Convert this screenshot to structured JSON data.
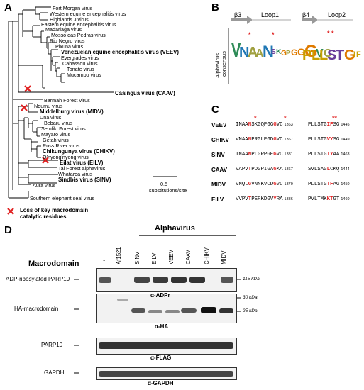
{
  "panels": {
    "a": "A",
    "b": "B",
    "c": "C",
    "d": "D"
  },
  "tree": {
    "labels": [
      {
        "text": "Fort Morgan virus",
        "bold": false
      },
      {
        "text": "Western equine encephalitis virus",
        "bold": false
      },
      {
        "text": "Highlands J virus",
        "bold": false
      },
      {
        "text": "Eastern equine encephalitis virus",
        "bold": false
      },
      {
        "text": "Madariaga virus",
        "bold": false
      },
      {
        "text": "Mosso das Pedras virus",
        "bold": false
      },
      {
        "text": "Rio Negro virus",
        "bold": false
      },
      {
        "text": "Pixuna virus",
        "bold": false
      },
      {
        "text": "Venezuelan equine encephalitis virus (VEEV)",
        "bold": true
      },
      {
        "text": "Everglades virus",
        "bold": false
      },
      {
        "text": "Cabassou virus",
        "bold": false
      },
      {
        "text": "Tonate virus",
        "bold": false
      },
      {
        "text": "Mucambo virus",
        "bold": false
      },
      {
        "text": "Caaingua virus (CAAV)",
        "bold": true
      },
      {
        "text": "Barmah Forest virus",
        "bold": false
      },
      {
        "text": "Ndumu virus",
        "bold": false
      },
      {
        "text": "Middelburg virus (MIDV)",
        "bold": true
      },
      {
        "text": "Una virus",
        "bold": false
      },
      {
        "text": "Bebaru virus",
        "bold": false
      },
      {
        "text": "Semliki Forest virus",
        "bold": false
      },
      {
        "text": "Mayaro virus",
        "bold": false
      },
      {
        "text": "Getah virus",
        "bold": false
      },
      {
        "text": "Ross River virus",
        "bold": false
      },
      {
        "text": "Chikungunya virus (CHIKV)",
        "bold": true
      },
      {
        "text": "O'nyong'nyong virus",
        "bold": false
      },
      {
        "text": "Eilat virus (EILV)",
        "bold": true
      },
      {
        "text": "Tai Forest alphavirus",
        "bold": false
      },
      {
        "text": "Whataroa virus",
        "bold": false
      },
      {
        "text": "Sindbis virus (SINV)",
        "bold": true
      },
      {
        "text": "Aura virus",
        "bold": false
      },
      {
        "text": "Southern elephant seal virus",
        "bold": false
      }
    ],
    "scale_value": "0.5",
    "scale_unit": "substitutions/site",
    "legend_mark": "X",
    "legend_text_1": "Loss of key macrodomain",
    "legend_text_2": "catalytic residues"
  },
  "logo": {
    "beta3": "β3",
    "loop1": "Loop1",
    "beta4": "β4",
    "loop2": "Loop2",
    "side_label_1": "Alphavirus",
    "side_label_2": "consensus"
  },
  "alignment": {
    "stars1": [
      "*",
      "*"
    ],
    "stars2": "**",
    "rows": [
      {
        "name": "VEEV",
        "s1a": "INAA",
        "s1b": "N",
        "s1c": "SKGQPGG",
        "s1d": "G",
        "s1e": "VC",
        "n1": "1363",
        "s2a": "PLLSTG",
        "s2b": "IF",
        "s2c": "SG",
        "n2": "1445"
      },
      {
        "name": "CHIKV",
        "s1a": "VNAA",
        "s1b": "N",
        "s1c": "PRGLPGD",
        "s1d": "G",
        "s1e": "VC",
        "n1": "1367",
        "s2a": "PLLSTG",
        "s2b": "VY",
        "s2c": "SG",
        "n2": "1449"
      },
      {
        "name": "SINV",
        "s1a": "INAA",
        "s1b": "N",
        "s1c": "PLGRPGE",
        "s1d": "G",
        "s1e": "VC",
        "n1": "1381",
        "s2a": "PLLSTG",
        "s2b": "IY",
        "s2c": "AA",
        "n2": "1463"
      },
      {
        "name": "CAAV",
        "s1a": "VAPV",
        "s1b": "T",
        "s1c": "PDGPIGA",
        "s1d": "G",
        "s1e": "KA",
        "n1": "1367",
        "s2a": "SVLSAG",
        "s2b": "L",
        "s2c": "CKQ",
        "n2": "1444"
      },
      {
        "name": "MIDV",
        "s1a": "VNQL",
        "s1b": "G",
        "s1c": "VNNKVCD",
        "s1d": "G",
        "s1e": "VC",
        "n1": "1370",
        "s2a": "PLLSTG",
        "s2b": "TF",
        "s2c": "AG",
        "n2": "1450"
      },
      {
        "name": "EILV",
        "s1a": "VVPV",
        "s1b": "T",
        "s1c": "PERKDGV",
        "s1d": "Y",
        "s1e": "RA",
        "n1": "1386",
        "s2a": "PVLTMK",
        "s2b": "KT",
        "s2c": "GT",
        "n2": "1460"
      }
    ]
  },
  "blot": {
    "group_label": "Alphavirus",
    "macrodomain_label": "Macrodomain",
    "lanes": [
      "-",
      "Af1521",
      "SINV",
      "EILV",
      "VEEV",
      "CAAV",
      "CHIKV",
      "MIDV"
    ],
    "rows": [
      {
        "left_label": "ADP-ribosylated PARP10",
        "antibody": "α-ADPr",
        "kda": [
          "115 kDa"
        ]
      },
      {
        "left_label": "HA-macrodomain",
        "antibody": "α-HA",
        "kda": [
          "30 kDa",
          "25 kDa"
        ]
      },
      {
        "left_label": "PARP10",
        "antibody": "α-FLAG",
        "kda": []
      },
      {
        "left_label": "GAPDH",
        "antibody": "α-GAPDH",
        "kda": []
      }
    ]
  },
  "colors": {
    "accent_red": "#e02020"
  }
}
